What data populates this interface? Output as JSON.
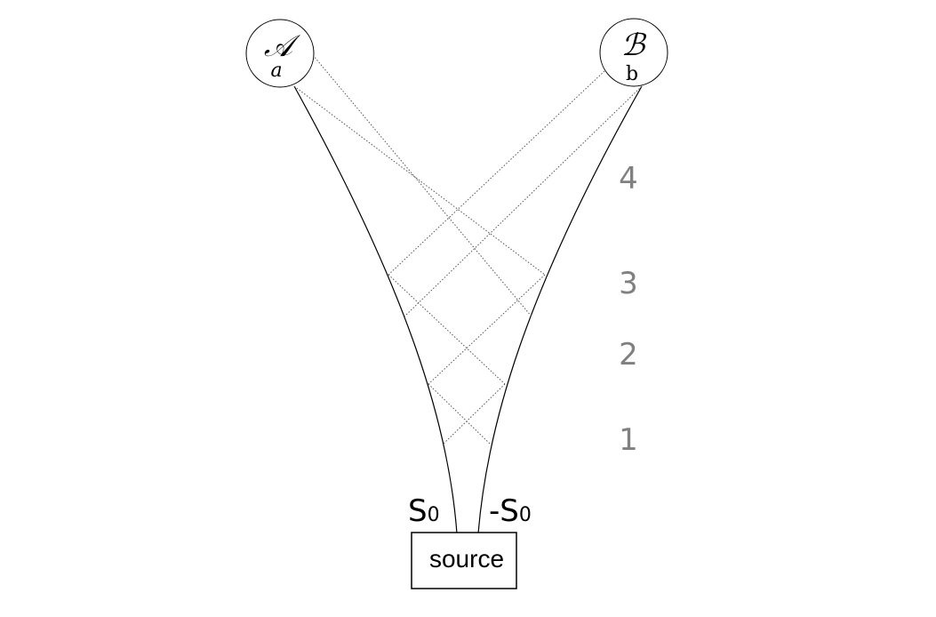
{
  "nodes": {
    "a": {
      "symbol": "𝒜",
      "sub": "a"
    },
    "b": {
      "symbol": "ℬ",
      "sub": "b"
    }
  },
  "levels": [
    "4",
    "3",
    "2",
    "1"
  ],
  "source": {
    "label": "source",
    "left_setting": "S",
    "left_sub": "0",
    "right_setting": "-S",
    "right_sub": "0"
  },
  "colors": {
    "stroke": "#000000",
    "level_label": "#808080",
    "dotted": "#555555"
  }
}
